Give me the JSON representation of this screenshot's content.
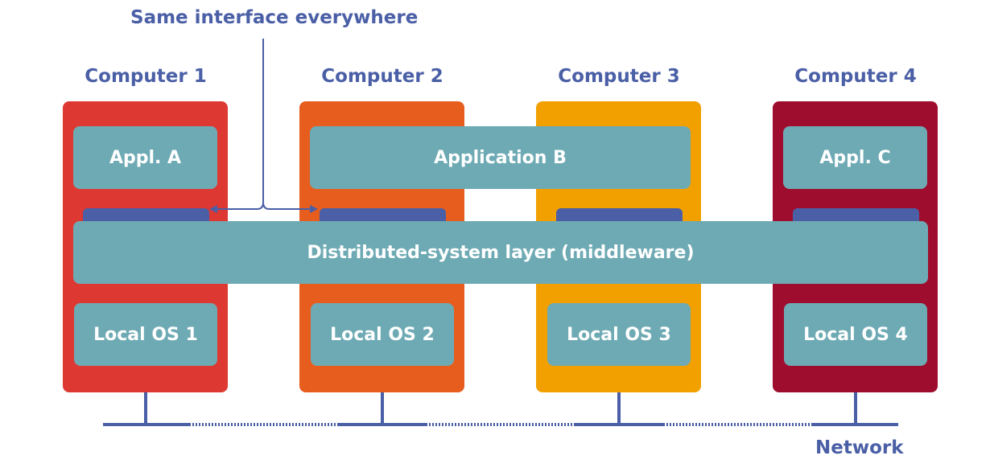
{
  "annotation": {
    "text": "Same interface everywhere"
  },
  "network": {
    "label": "Network"
  },
  "middleware": {
    "label": "Distributed-system layer (middleware)"
  },
  "computers": [
    {
      "label": "Computer 1",
      "color": "#de3832",
      "os": "Local OS 1"
    },
    {
      "label": "Computer 2",
      "color": "#e65d1e",
      "os": "Local OS 2"
    },
    {
      "label": "Computer 3",
      "color": "#f2a000",
      "os": "Local OS 3"
    },
    {
      "label": "Computer 4",
      "color": "#9e0d2e",
      "os": "Local OS 4"
    }
  ],
  "applications": [
    {
      "label": "Appl. A"
    },
    {
      "label": "Application B"
    },
    {
      "label": "Appl. C"
    }
  ],
  "colors": {
    "accent": "#4a5fa6",
    "box": "#6eaab4",
    "box_text": "#ffffff"
  }
}
